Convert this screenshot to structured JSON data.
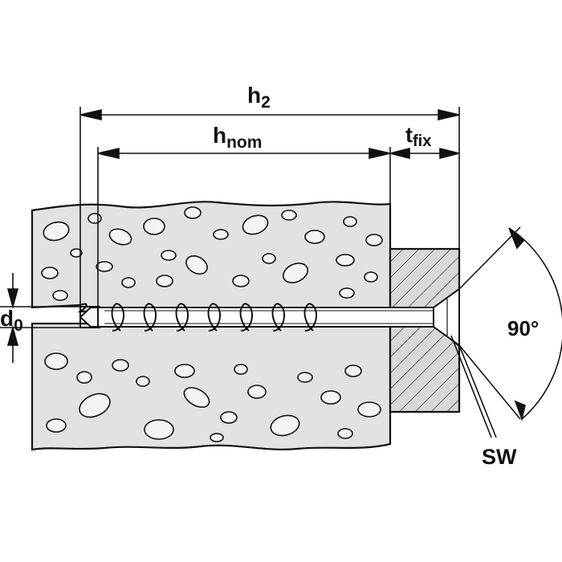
{
  "labels": {
    "h2_main": "h",
    "h2_sub": "2",
    "hnom_main": "h",
    "hnom_sub": "nom",
    "tfix_main": "t",
    "tfix_sub": "fix",
    "d0_main": "d",
    "d0_sub": "0",
    "angle": "90°",
    "sw": "SW"
  },
  "colors": {
    "line": "#111111",
    "concrete": "#e2e2e2",
    "stone": "#f4f4f4",
    "fixture": "#d8d8d8",
    "background": "#ffffff"
  }
}
